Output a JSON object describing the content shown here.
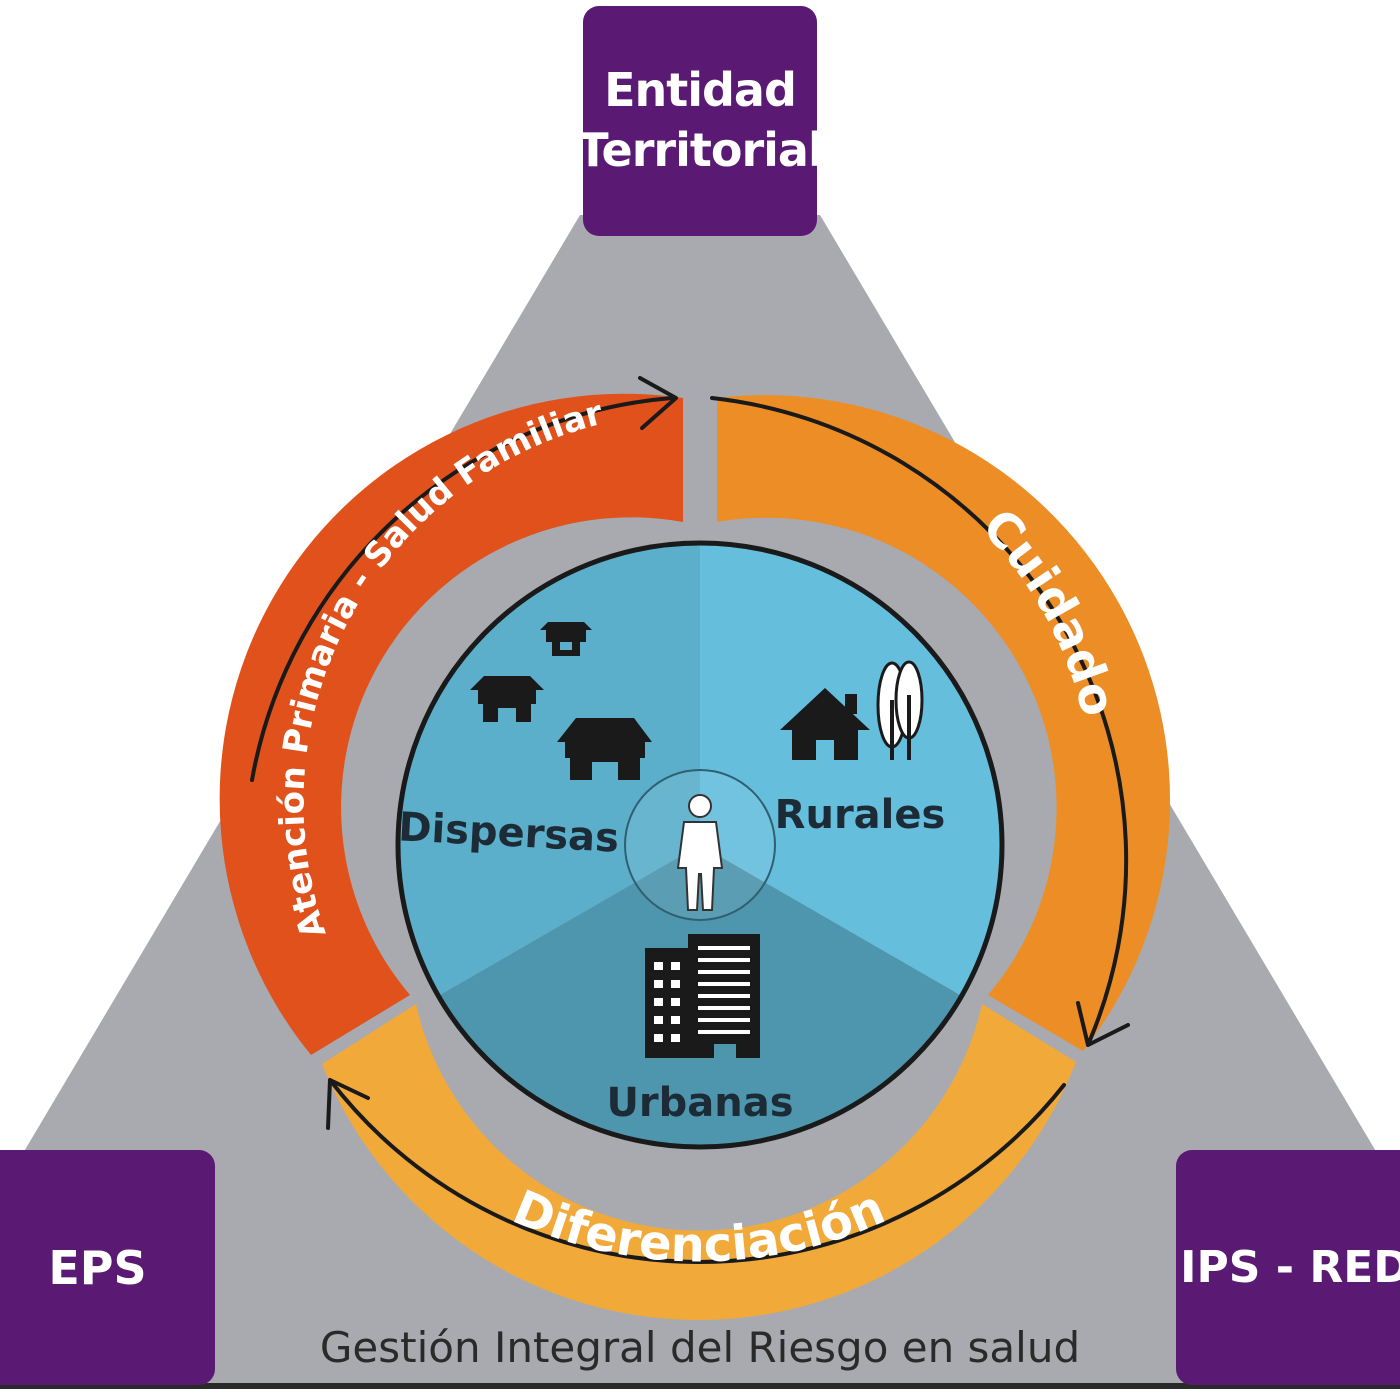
{
  "nodes": {
    "entidad": [
      "Entidad",
      "Territorial"
    ],
    "eps": "EPS",
    "ips": "IPS - RED"
  },
  "ring": {
    "left": "Atención Primaria - Salud Familiar",
    "right": "Cuidado",
    "bottom": "Diferenciación"
  },
  "zones": {
    "dispersas": "Dispersas",
    "rurales": "Rurales",
    "urbanas": "Urbanas"
  },
  "base_label": "Gestión Integral del Riesgo en salud",
  "icons": [
    "house-icon",
    "rural-house-icon",
    "tree-icon",
    "building-icon",
    "person-icon",
    "cycle-arrow-icon"
  ],
  "colors": {
    "triangle": "#a8aaaf",
    "purple": "#5a1a73",
    "ring_red": "#e0511c",
    "ring_orange": "#ec8d25",
    "ring_yellow": "#f1a93a",
    "zone_left": "#5bafca",
    "zone_right": "#66bedd",
    "zone_bottom": "#4e96ad",
    "text_dark": "#1c2b36"
  }
}
